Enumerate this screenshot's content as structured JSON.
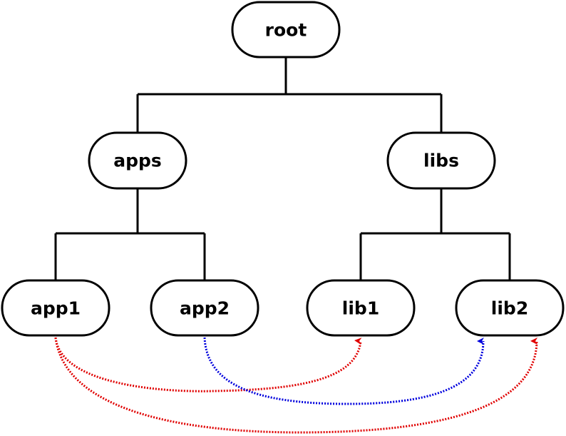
{
  "colors": {
    "red": "#e00000",
    "blue": "#0000dd"
  },
  "nodes": {
    "root": "root",
    "apps": "apps",
    "libs": "libs",
    "app1": "app1",
    "app2": "app2",
    "lib1": "lib1",
    "lib2": "lib2"
  },
  "dependencies": [
    {
      "from": "app1",
      "to": "lib1",
      "color": "red"
    },
    {
      "from": "app2",
      "to": "lib2",
      "color": "blue"
    },
    {
      "from": "app1",
      "to": "lib2",
      "color": "red"
    }
  ]
}
